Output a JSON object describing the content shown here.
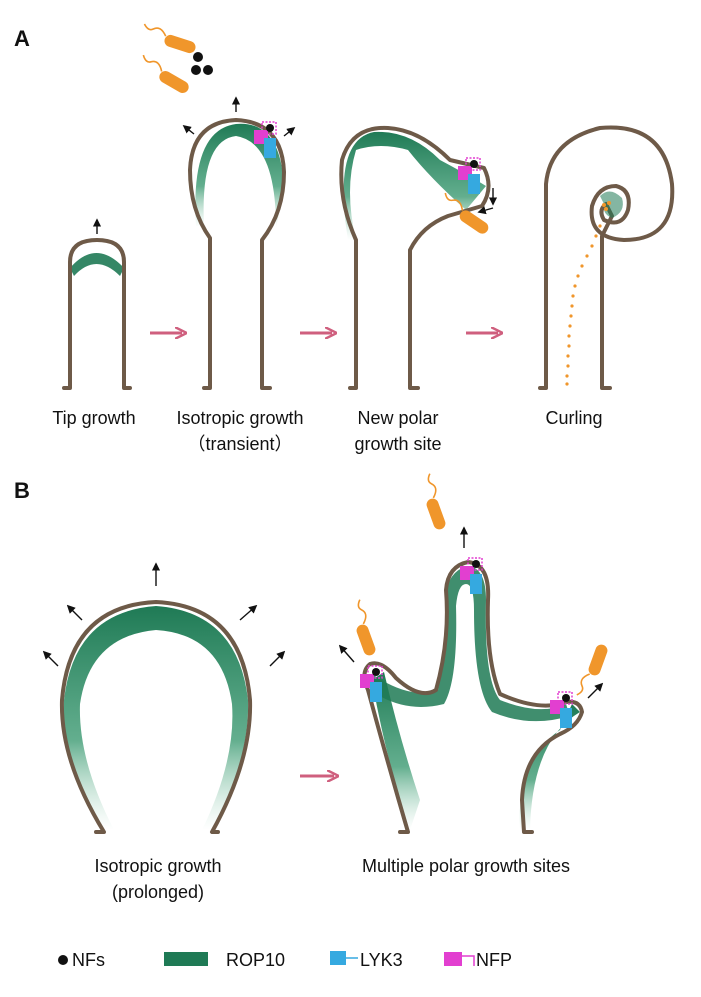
{
  "panels": {
    "a": {
      "letter": "A",
      "captions": {
        "tip": "Tip growth",
        "iso_line1": "Isotropic growth",
        "iso_line2": "（transient）",
        "new_line1": "New polar",
        "new_line2": "growth site",
        "curling": "Curling"
      }
    },
    "b": {
      "letter": "B",
      "captions": {
        "iso_line1": "Isotropic growth",
        "iso_line2": "(prolonged)",
        "multi": "Multiple polar growth sites"
      }
    }
  },
  "legend": {
    "nfs": "NFs",
    "rop10": "ROP10",
    "lyk3": "LYK3",
    "nfp": "NFP"
  },
  "colors": {
    "wall": "#6e5a48",
    "rop10": "#1f7a55",
    "lyk3": "#35a9e0",
    "nfp": "#e23fd0",
    "bacteria": "#f0962b",
    "stage_arrow": "#cf5f7e"
  }
}
